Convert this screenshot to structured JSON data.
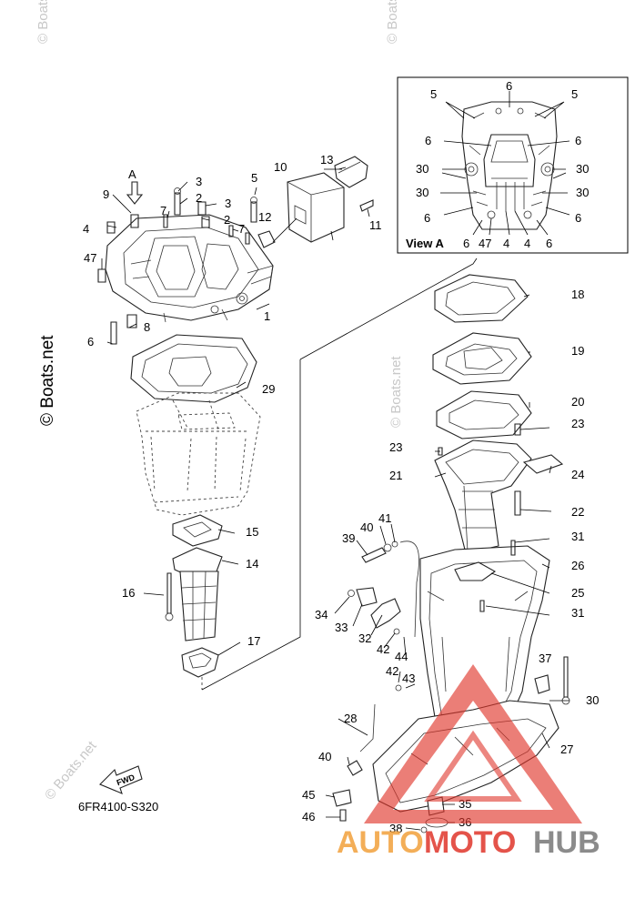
{
  "watermarks": {
    "boats_net": "© Boats.net"
  },
  "view_a": {
    "title": "View A",
    "callouts": [
      "5",
      "6",
      "5",
      "6",
      "6",
      "30",
      "30",
      "30",
      "30",
      "6",
      "6",
      "6",
      "47",
      "4",
      "4",
      "6"
    ]
  },
  "main_labels": {
    "arrow_a": "A",
    "c1": "1",
    "c2a": "2",
    "c2b": "2",
    "c3a": "3",
    "c3b": "3",
    "c4": "4",
    "c5": "5",
    "c6": "6",
    "c7a": "7",
    "c7b": "7",
    "c8": "8",
    "c9": "9",
    "c10": "10",
    "c11": "11",
    "c12": "12",
    "c13": "13",
    "c14": "14",
    "c15": "15",
    "c16": "16",
    "c17": "17",
    "c18": "18",
    "c19": "19",
    "c20": "20",
    "c21": "21",
    "c22": "22",
    "c23a": "23",
    "c23b": "23",
    "c24": "24",
    "c25": "25",
    "c26": "26",
    "c27": "27",
    "c28": "28",
    "c29": "29",
    "c30": "30",
    "c31a": "31",
    "c31b": "31",
    "c32": "32",
    "c33": "33",
    "c34": "34",
    "c35": "35",
    "c36": "36",
    "c37": "37",
    "c38": "38",
    "c39": "39",
    "c40a": "40",
    "c40b": "40",
    "c41": "41",
    "c42a": "42",
    "c42b": "42",
    "c43": "43",
    "c44": "44",
    "c45": "45",
    "c46": "46",
    "c47": "47"
  },
  "fwd_label": "FWD",
  "diagram_code": "6FR4100-S320",
  "logo": {
    "text_auto": "AUTO",
    "text_moto": "MOTO",
    "text_hub": "HUB",
    "color_auto": "#f2a13b",
    "color_moto": "#e0362b",
    "color_hub": "#777777"
  }
}
